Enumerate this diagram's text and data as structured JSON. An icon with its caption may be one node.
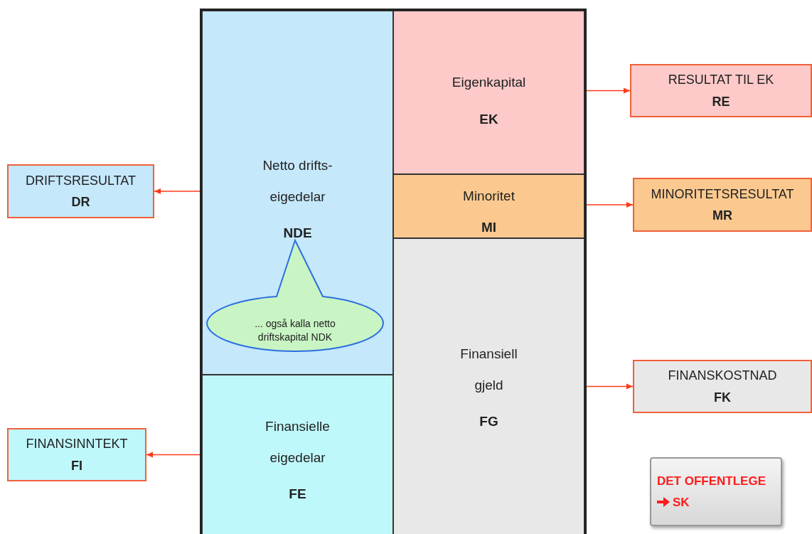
{
  "diagram": {
    "nodes": [
      {
        "text": [],
        "shape": "box"
      },
      {
        "text": [
          "Netto drifts- eigedelar",
          "NDE"
        ],
        "in": 0
      },
      {
        "text": [
          "... også kalla netto driftskapital NDK"
        ],
        "in": 1
      },
      {
        "text": [
          "Finansielle eigedelar",
          "FE"
        ],
        "in": 0
      },
      {
        "text": [
          "Eigenkapital",
          "EK"
        ],
        "in": 0
      },
      {
        "text": [
          "Minoritet",
          "MI"
        ],
        "in": 0
      },
      {
        "text": [
          "Finansiell gjeld",
          "FG"
        ],
        "in": 0
      },
      {
        "text": [
          "DRIFTSRESULTAT",
          "DR"
        ]
      },
      {
        "text": [
          "FINANSINNTEKT",
          "FI"
        ]
      },
      {
        "text": [
          "RESULTAT TIL EK",
          "RE"
        ]
      },
      {
        "text": [
          "MINORITETSRESULTAT",
          "MR"
        ]
      },
      {
        "text": [
          "FINANSKOSTNAD",
          "FK"
        ]
      },
      {
        "text": [
          "DET OFFENTLEGE",
          "SK"
        ]
      }
    ],
    "edges": [
      {
        "from": 1,
        "to": 7,
        "arrow": "to"
      },
      {
        "from": 3,
        "to": 8,
        "arrow": "to"
      },
      {
        "from": 4,
        "to": 9,
        "arrow": "to"
      },
      {
        "from": 5,
        "to": 10,
        "arrow": "to"
      },
      {
        "from": 6,
        "to": 11,
        "arrow": "to"
      }
    ]
  }
}
